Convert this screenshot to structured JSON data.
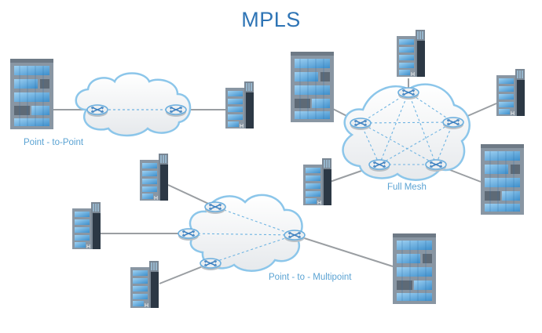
{
  "title": "MPLS",
  "labels": {
    "point_to_point": "Point - to-Point",
    "full_mesh": "Full Mesh",
    "point_to_multipoint": "Point - to - Multipoint"
  },
  "colors": {
    "title": "#2e74b5",
    "label": "#5ba3d3",
    "cloud_fill": "#eef0f2",
    "cloud_stroke": "#8cc6ea",
    "router_fill": "#dfe3e6",
    "router_stroke": "#6aaede",
    "link_solid": "#9a9ea2",
    "link_dashed": "#6fb4e2",
    "building_gray": "#7f8c99",
    "building_window": "#5aa6dc",
    "building_dark": "#2c3845"
  },
  "icons": [
    "cloud-icon",
    "router-icon",
    "office-building-icon",
    "tower-building-icon"
  ]
}
